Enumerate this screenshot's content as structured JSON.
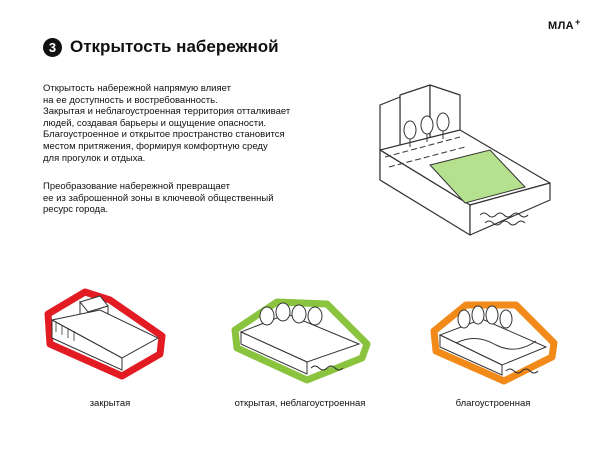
{
  "header": {
    "logo_text": "МЛА",
    "logo_plus": "+"
  },
  "section": {
    "number": "3",
    "title": "Открытость набережной"
  },
  "paragraph1": [
    "Открытость набережной напрямую влияет",
    "на ее доступность и востребованность.",
    "Закрытая и неблагоустроенная территория отталкивает",
    "людей, создавая барьеры и ощущение опасности.",
    "Благоустроенное и открытое пространство становится",
    "местом притяжения, формируя комфортную среду",
    "для прогулок и отдыха."
  ],
  "paragraph2": [
    "Преобразование набережной превращает",
    "ее из заброшенной зоны в ключевой общественный",
    "ресурс города."
  ],
  "illustrations": [
    {
      "caption": "закрытая",
      "outline_color": "#e31b23"
    },
    {
      "caption": "открытая, неблагоустроенная",
      "outline_color": "#8ac43f"
    },
    {
      "caption": "благоустроенная",
      "outline_color": "#f28a1a"
    }
  ],
  "colors": {
    "green_fill": "#b5e08d",
    "text": "#111111"
  },
  "icons": [
    "embankment-section-sketch",
    "closed-embankment-sketch",
    "open-unimproved-embankment-sketch",
    "improved-embankment-sketch"
  ]
}
